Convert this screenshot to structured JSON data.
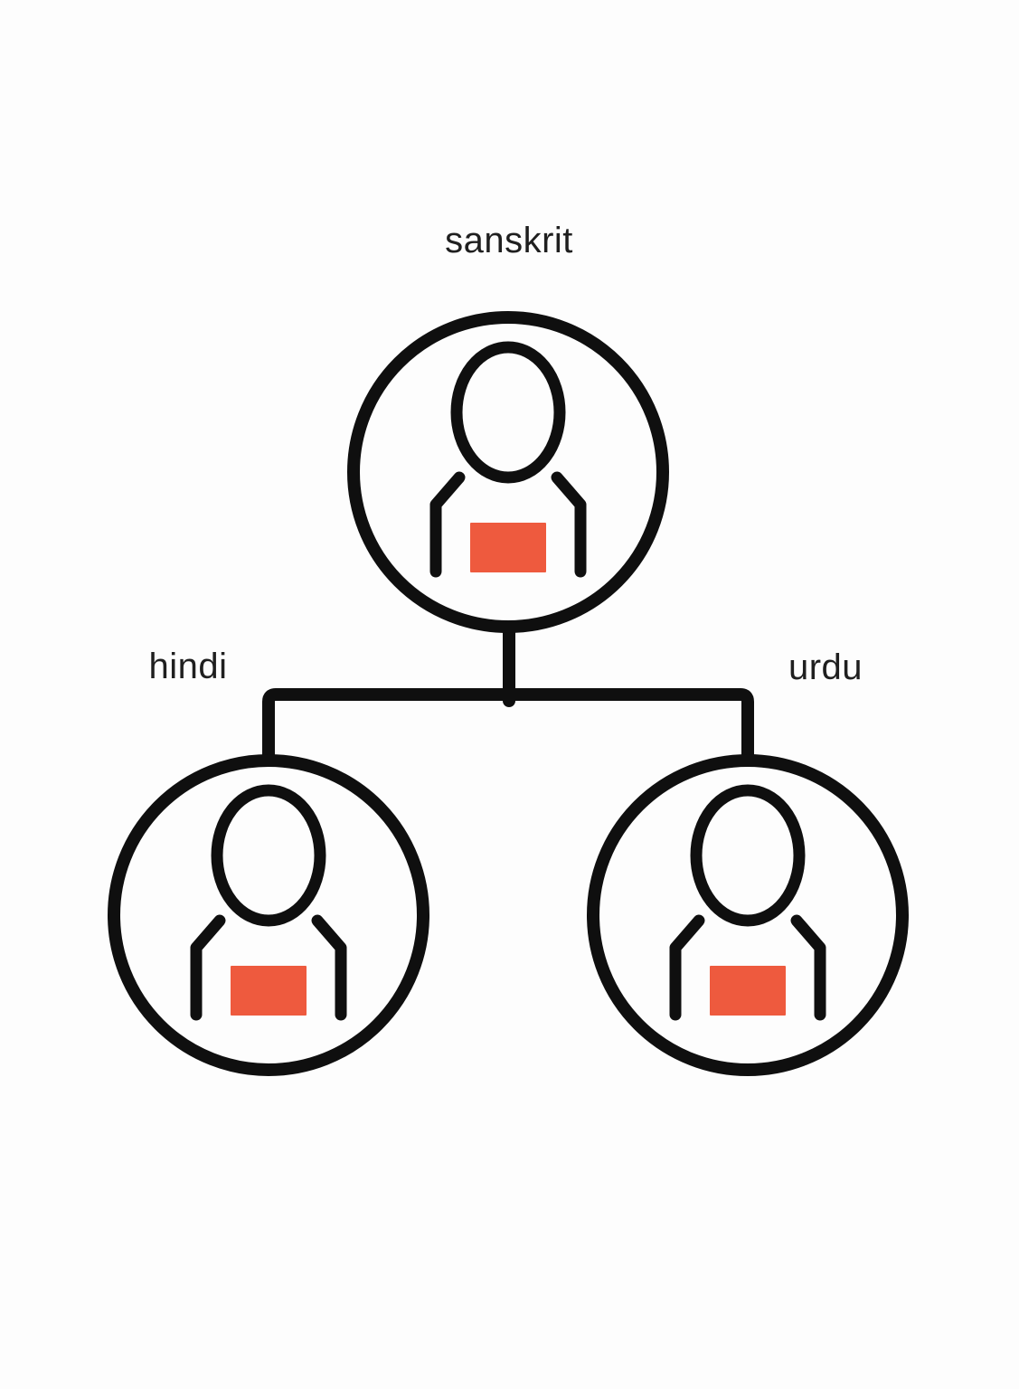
{
  "diagram": {
    "type": "tree",
    "root": {
      "id": "sanskrit",
      "label": "sanskrit"
    },
    "children": [
      {
        "id": "hindi",
        "label": "hindi"
      },
      {
        "id": "urdu",
        "label": "urdu"
      }
    ],
    "edges": [
      [
        "sanskrit",
        "hindi"
      ],
      [
        "sanskrit",
        "urdu"
      ]
    ]
  },
  "icons": {
    "node": "person-icon"
  },
  "colors": {
    "line": "#0f0f0f",
    "accent": "#ee5a3e",
    "text": "#1f1f1f",
    "background": "#fdfdfd"
  }
}
